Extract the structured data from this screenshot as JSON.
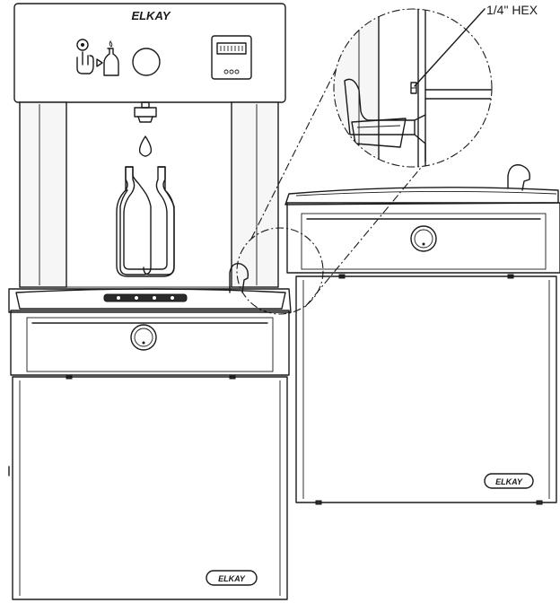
{
  "brand": {
    "top_logo": "ELKAY",
    "cabinet_logo_left": "ELKAY",
    "cabinet_logo_right": "ELKAY"
  },
  "callout": {
    "label": "1/4\" HEX"
  },
  "icons": {
    "sensor": "hand-touch-sensor-icon",
    "water_drop": "water-drop-icon",
    "bottle": "bottle-outline-icon",
    "counter": "bottle-counter-display-icon"
  }
}
